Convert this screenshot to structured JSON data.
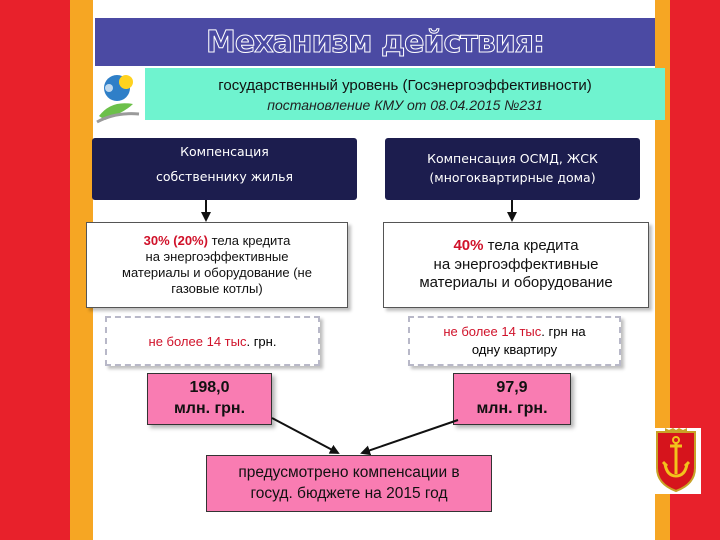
{
  "title": "Механизм действия:",
  "level": {
    "line1": "государственный уровень (Госэнергоэффективности)",
    "line2": "постановление КМУ от 08.04.2015 №231"
  },
  "left_column": {
    "header_line1": "Компенсация",
    "header_line2": "собственнику жилья",
    "detail_pct": "30% (20%)",
    "detail_line1_rest": " тела кредита",
    "detail_line2": "на энергоэффективные",
    "detail_line3": "материалы и оборудование (не",
    "detail_line4": "газовые котлы)",
    "limit_red": "не более 14 тыс",
    "limit_rest": ". грн.",
    "sum_line1": "198,0",
    "sum_line2": "млн. грн."
  },
  "right_column": {
    "header_line1": "Компенсация ОСМД, ЖСК",
    "header_line2": "(многоквартирные дома)",
    "detail_pct": "40%",
    "detail_line1_rest": " тела кредита",
    "detail_line2": "на энергоэффективные",
    "detail_line3": "материалы и оборудование",
    "limit_red": "не более 14 тыс",
    "limit_rest1": ". грн на",
    "limit_line2": "одну квартиру",
    "sum_line1": "97,9",
    "sum_line2": "млн. грн."
  },
  "budget": {
    "line1": "предусмотрено компенсации в",
    "line2": "госуд. бюджете на 2015 год"
  },
  "colors": {
    "red": "#e8212b",
    "orange": "#f6a623",
    "title_bg": "#4b4aa3",
    "level_bg": "#6ff3cf",
    "navy": "#1c1d4e",
    "pink": "#f97cb2",
    "accent_red": "#d0122a"
  },
  "icons": [
    "logo-icon",
    "odessa-emblem-icon"
  ]
}
